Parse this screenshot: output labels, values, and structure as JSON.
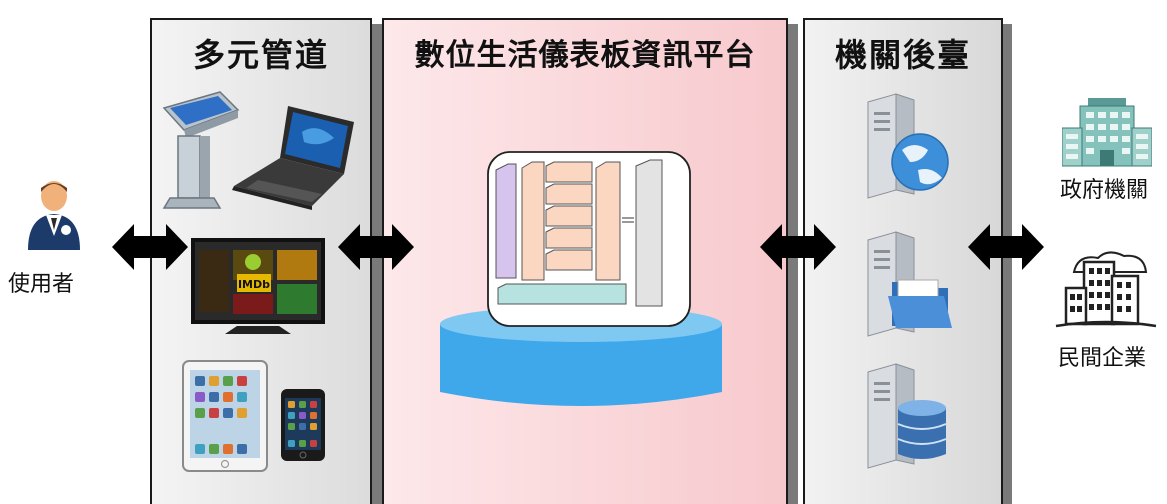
{
  "panels": {
    "channels": {
      "title": "多元管道"
    },
    "platform": {
      "title": "數位生活儀表板資訊平台"
    },
    "backend": {
      "title": "機關後臺"
    }
  },
  "actors": {
    "user": {
      "label": "使用者",
      "icon": "user-icon"
    },
    "government": {
      "label": "政府機關",
      "icon": "government-building-icon"
    },
    "enterprise": {
      "label": "民間企業",
      "icon": "enterprise-building-icon"
    }
  },
  "devices": [
    "kiosk-icon",
    "laptop-icon",
    "smart-tv-icon",
    "tablet-icon",
    "smartphone-icon"
  ],
  "tv_screen_text": "IMDb",
  "servers": [
    "web-server-icon",
    "file-server-icon",
    "database-server-icon"
  ],
  "colors": {
    "platform_bg": "#f7c9cd",
    "cylinder_top": "#7fc8f2",
    "cylinder_body": "#3fa8ea",
    "block_purple": "#d6c3ee",
    "block_peach": "#fbd7c2",
    "block_teal": "#b6e3df",
    "block_gray": "#e3e3e3"
  }
}
